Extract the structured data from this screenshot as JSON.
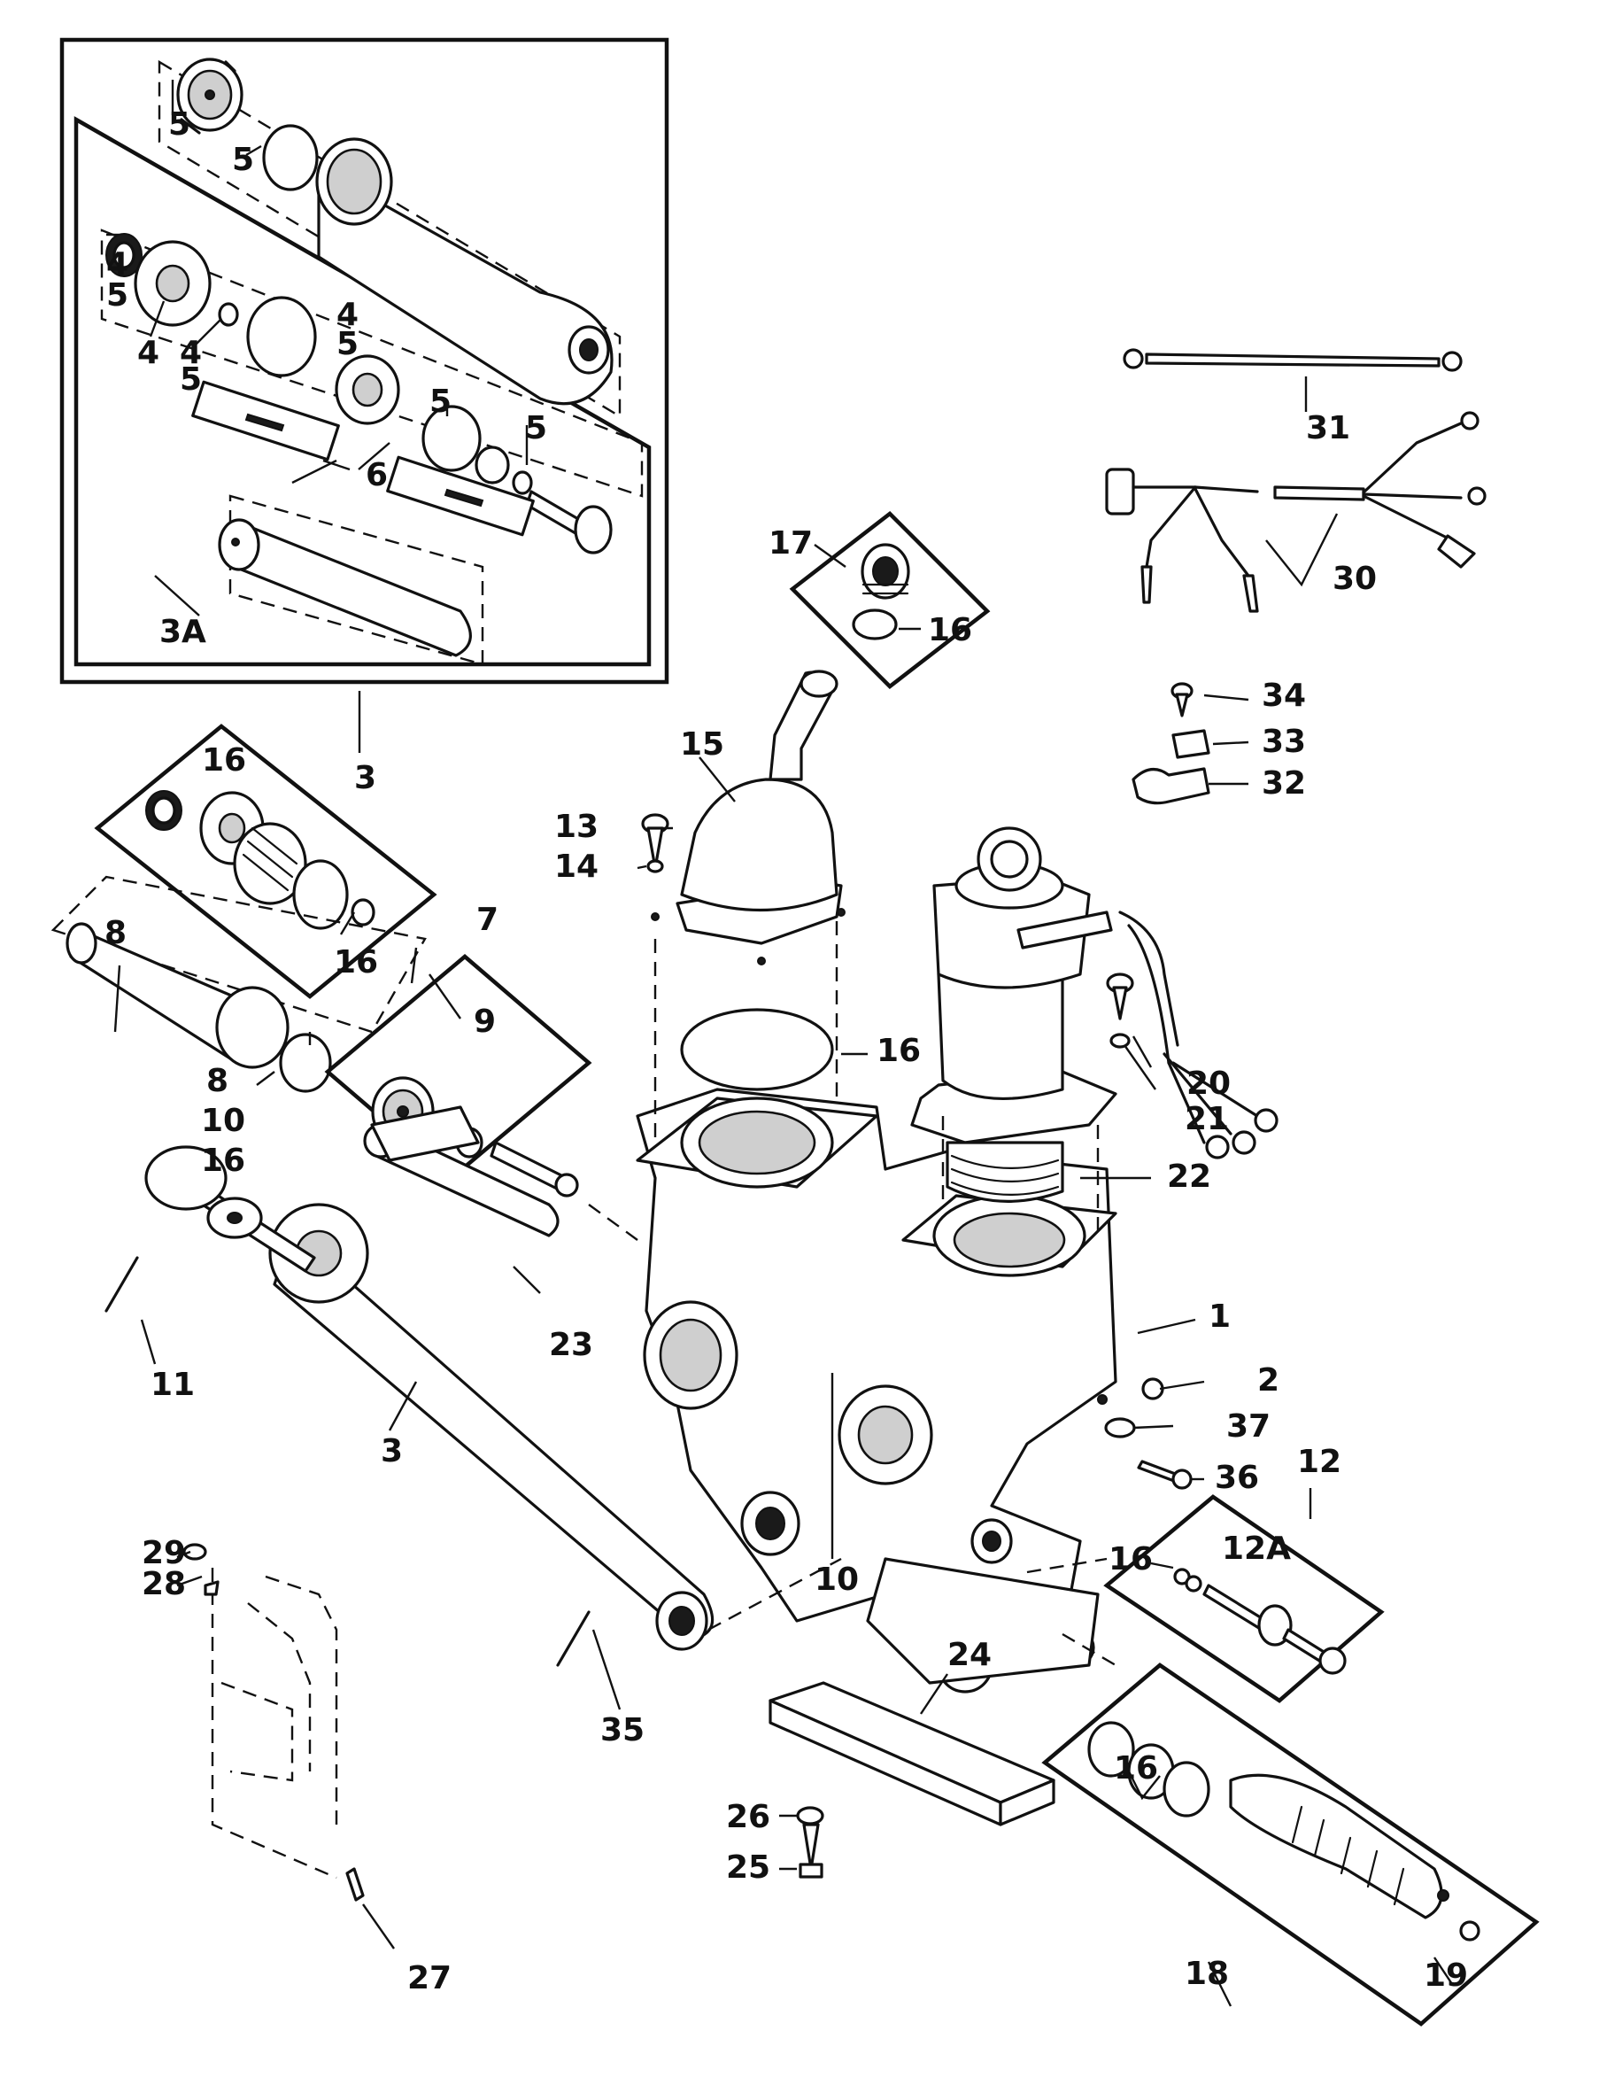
{
  "diagram": {
    "callouts": [
      {
        "id": "l-5a",
        "text": "5"
      },
      {
        "id": "l-5b",
        "text": "5"
      },
      {
        "id": "l-4a",
        "text": "4"
      },
      {
        "id": "l-5c",
        "text": "5"
      },
      {
        "id": "l-4b",
        "text": "4"
      },
      {
        "id": "l-4c",
        "text": "4"
      },
      {
        "id": "l-5d",
        "text": "5"
      },
      {
        "id": "l-4d",
        "text": "4"
      },
      {
        "id": "l-5e",
        "text": "5"
      },
      {
        "id": "l-5f",
        "text": "5"
      },
      {
        "id": "l-5g",
        "text": "5"
      },
      {
        "id": "l-6",
        "text": "6"
      },
      {
        "id": "l-3a",
        "text": "3A"
      },
      {
        "id": "l-3top",
        "text": "3"
      },
      {
        "id": "l-17",
        "text": "17"
      },
      {
        "id": "l-16a",
        "text": "16"
      },
      {
        "id": "l-31",
        "text": "31"
      },
      {
        "id": "l-30",
        "text": "30"
      },
      {
        "id": "l-34",
        "text": "34"
      },
      {
        "id": "l-33",
        "text": "33"
      },
      {
        "id": "l-32",
        "text": "32"
      },
      {
        "id": "l-15",
        "text": "15"
      },
      {
        "id": "l-13",
        "text": "13"
      },
      {
        "id": "l-14",
        "text": "14"
      },
      {
        "id": "l-16b",
        "text": "16"
      },
      {
        "id": "l-16c",
        "text": "16"
      },
      {
        "id": "l-7",
        "text": "7"
      },
      {
        "id": "l-8a",
        "text": "8"
      },
      {
        "id": "l-8b",
        "text": "8"
      },
      {
        "id": "l-10a",
        "text": "10"
      },
      {
        "id": "l-16d",
        "text": "16"
      },
      {
        "id": "l-9",
        "text": "9"
      },
      {
        "id": "l-16e",
        "text": "16"
      },
      {
        "id": "l-20",
        "text": "20"
      },
      {
        "id": "l-21",
        "text": "21"
      },
      {
        "id": "l-22",
        "text": "22"
      },
      {
        "id": "l-1",
        "text": "1"
      },
      {
        "id": "l-23",
        "text": "23"
      },
      {
        "id": "l-11",
        "text": "11"
      },
      {
        "id": "l-2",
        "text": "2"
      },
      {
        "id": "l-37",
        "text": "37"
      },
      {
        "id": "l-36",
        "text": "36"
      },
      {
        "id": "l-12",
        "text": "12"
      },
      {
        "id": "l-12a",
        "text": "12A"
      },
      {
        "id": "l-16f",
        "text": "16"
      },
      {
        "id": "l-3bot",
        "text": "3"
      },
      {
        "id": "l-10b",
        "text": "10"
      },
      {
        "id": "l-29",
        "text": "29"
      },
      {
        "id": "l-28",
        "text": "28"
      },
      {
        "id": "l-24",
        "text": "24"
      },
      {
        "id": "l-16g",
        "text": "16"
      },
      {
        "id": "l-26",
        "text": "26"
      },
      {
        "id": "l-25",
        "text": "25"
      },
      {
        "id": "l-35",
        "text": "35"
      },
      {
        "id": "l-18",
        "text": "18"
      },
      {
        "id": "l-19",
        "text": "19"
      },
      {
        "id": "l-27",
        "text": "27"
      }
    ]
  }
}
